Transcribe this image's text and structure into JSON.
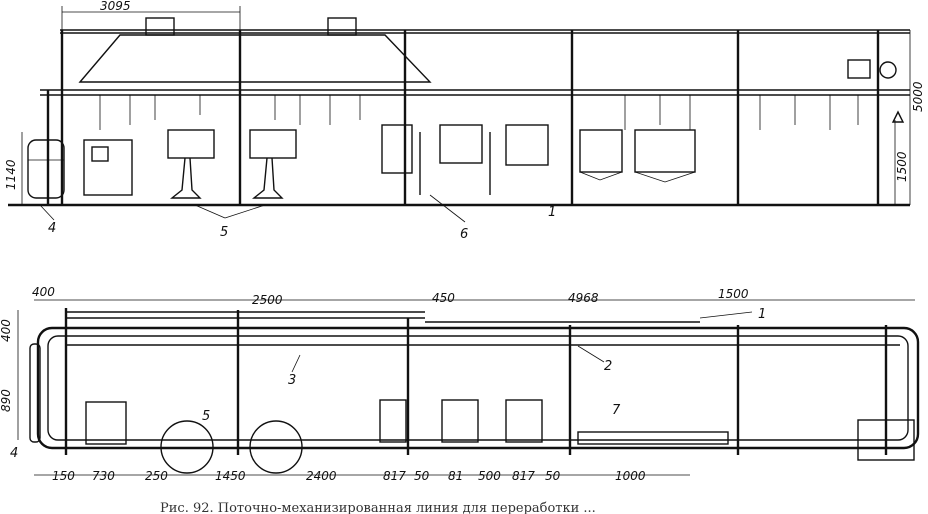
{
  "top_view": {
    "dims": {
      "top_span": "3095",
      "height_left": "1140",
      "height_right_lower": "1500",
      "height_right_total": "5000"
    },
    "callouts": [
      "4",
      "5",
      "6",
      "1"
    ]
  },
  "plan_view": {
    "dims": {
      "left_edge": "400",
      "span_a": "2500",
      "gap_a": "450",
      "span_b": "4968",
      "right_end": "1500",
      "left_offset_v": "400",
      "left_v2": "890",
      "bottom": [
        "150",
        "730",
        "250",
        "1450",
        "2400",
        "817",
        "50",
        "81",
        "500",
        "817",
        "50",
        "1000"
      ]
    },
    "callouts": [
      "1",
      "2",
      "3",
      "5",
      "7",
      "4"
    ]
  },
  "caption": "Рис. 92. Поточно-механизированная линия для переработки ..."
}
